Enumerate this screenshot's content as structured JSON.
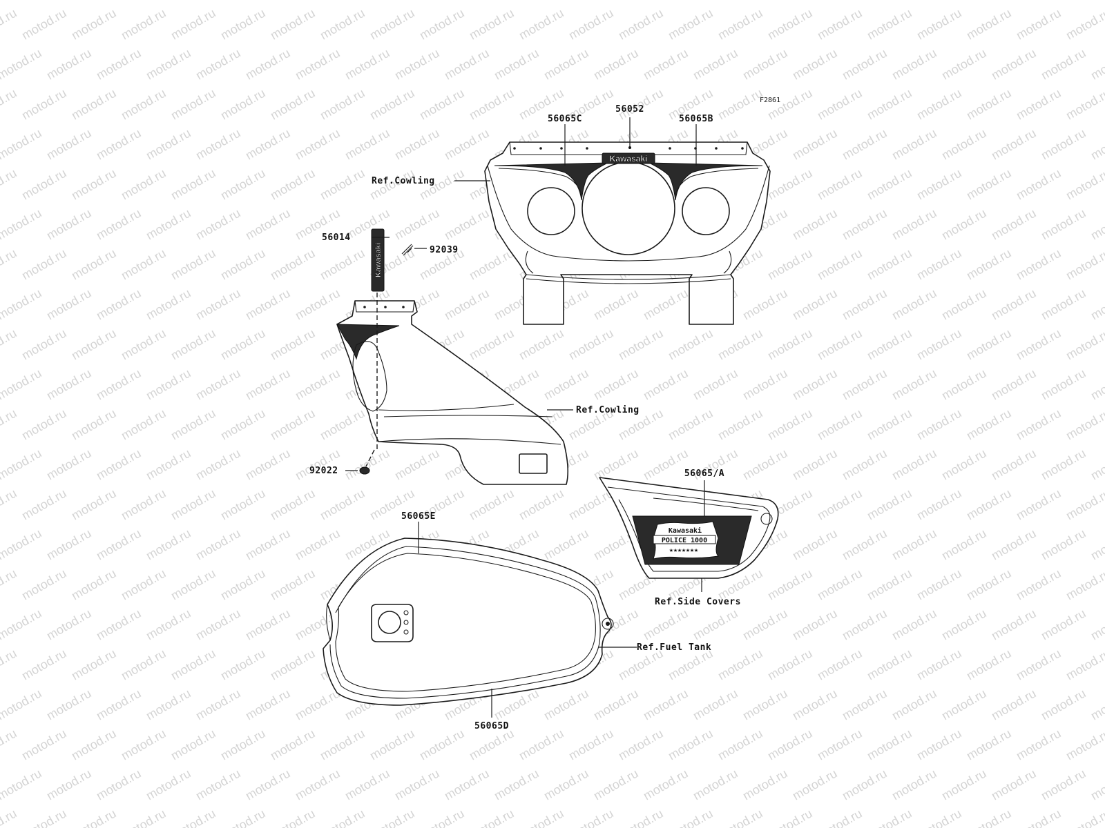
{
  "watermark": "motod.ru",
  "figure_code": "F2861",
  "brand_text": "Kawasaki",
  "badge": {
    "top": "Kawasaki",
    "main": "POLICE 1000",
    "stars": "★★★★★★★"
  },
  "parts": {
    "p56065C": "56065C",
    "p56052": "56052",
    "p56065B": "56065B",
    "p56014": "56014",
    "p92039": "92039",
    "p92022": "92022",
    "p56065A": "56065/A",
    "p56065E": "56065E",
    "p56065D": "56065D"
  },
  "refs": {
    "cowling_front": "Ref.Cowling",
    "cowling_side": "Ref.Cowling",
    "side_covers": "Ref.Side Covers",
    "fuel_tank": "Ref.Fuel Tank"
  }
}
